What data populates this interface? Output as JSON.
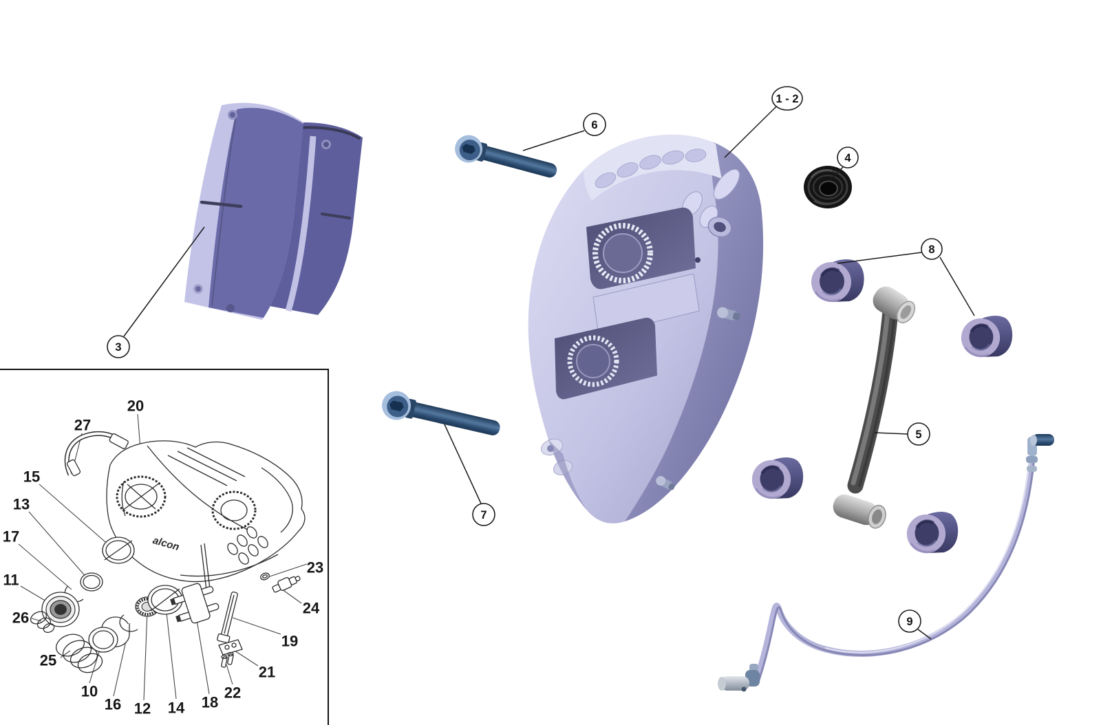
{
  "diagram": {
    "type": "exploded-parts-diagram",
    "subject": "brake caliper assembly",
    "brand_text": "alcon",
    "background": "#ffffff",
    "colors": {
      "caliper_light": "#d9d9f2",
      "caliper_mid": "#b1b1d9",
      "caliper_dark": "#6c6c9e",
      "window_dark": "#565680",
      "pad_backing": "#c3c3e8",
      "pad_friction": "#6a6aa8",
      "pad_friction_dark": "#5e5e9c",
      "bolt_steel": "#3c5e88",
      "bolt_rim": "#a6bedd",
      "boot": "#141414",
      "bushing_body": "#4b4b7a",
      "bushing_rim": "#b2a9d1",
      "bushing_bore": "#3d3d68",
      "bracket_dark": "#4c4c4c",
      "bracket_light": "#d6d6d6",
      "hose": "#b5b5dc",
      "hose_shade": "#7f7fae",
      "outline": "#1a1a1a"
    },
    "callouts": {
      "caliper": "1 - 2",
      "pads": "3",
      "boot": "4",
      "bracket": "5",
      "bolt_upper": "6",
      "bolt_lower": "7",
      "bushings": "8",
      "hose": "9"
    },
    "inset": {
      "labels": {
        "n10": "10",
        "n11": "11",
        "n12": "12",
        "n13": "13",
        "n14": "14",
        "n15": "15",
        "n16": "16",
        "n17": "17",
        "n18": "18",
        "n19": "19",
        "n20": "20",
        "n21": "21",
        "n22": "22",
        "n23": "23",
        "n24": "24",
        "n25": "25",
        "n26": "26",
        "n27": "27"
      }
    }
  }
}
